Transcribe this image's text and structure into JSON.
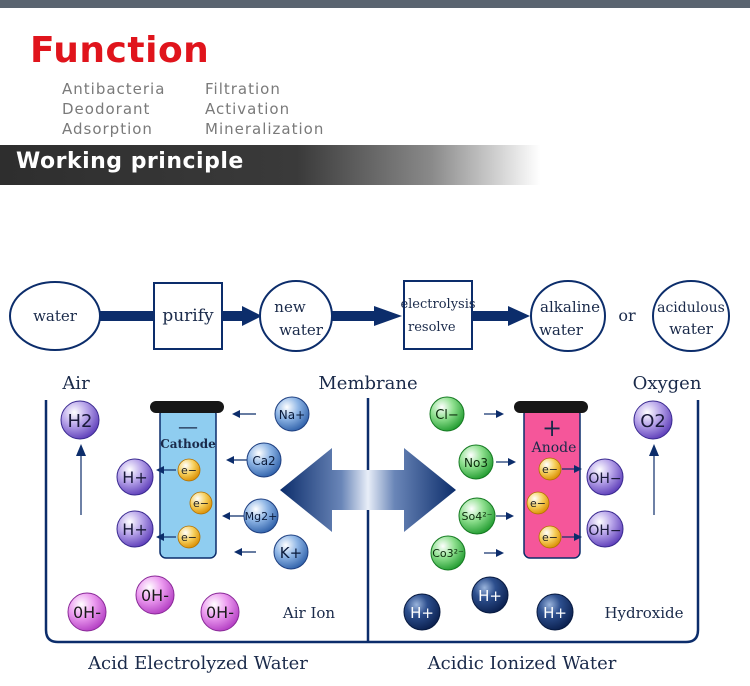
{
  "function_section": {
    "title": "Function",
    "items": [
      "Antibacteria",
      "Filtration",
      "Deodorant",
      "Activation",
      "Adsorption",
      "Mineralization"
    ]
  },
  "working_principle": {
    "title": "Working principle"
  },
  "flow": {
    "water": "water",
    "purify": "purify",
    "new_water_1": "new",
    "new_water_2": "water",
    "electrolysis_1": "electrolysis",
    "electrolysis_2": "resolve",
    "alkaline_1": "alkaline",
    "alkaline_2": "water",
    "or": "or",
    "acidulous_1": "acidulous",
    "acidulous_2": "water"
  },
  "tank": {
    "air": "Air",
    "membrane": "Membrane",
    "oxygen": "Oxygen",
    "cathode_sign": "—",
    "cathode": "Cathode",
    "anode_sign": "+",
    "anode": "Anode",
    "electron": "e−",
    "air_ion": "Air Ion",
    "hydroxide": "Hydroxide",
    "left_caption": "Acid Electrolyzed Water",
    "right_caption": "Acidic Ionized Water"
  },
  "ions": {
    "h2": "H2",
    "h_plus": "H+",
    "na": "Na+",
    "ca": "Ca2",
    "mg": "Mg2+",
    "k": "K+",
    "oh_minus": "OH−",
    "cl": "Cl−",
    "no3": "No3",
    "so4": "So4²⁻",
    "co3": "Co3²⁻",
    "o2": "O2",
    "oh_small": "0H-"
  },
  "colors": {
    "navy": "#0c2d6b",
    "red_title": "#e0141c",
    "cathode_fill": "#8fcdf0",
    "anode_fill": "#f5569a",
    "electron": "#f2b21b"
  }
}
